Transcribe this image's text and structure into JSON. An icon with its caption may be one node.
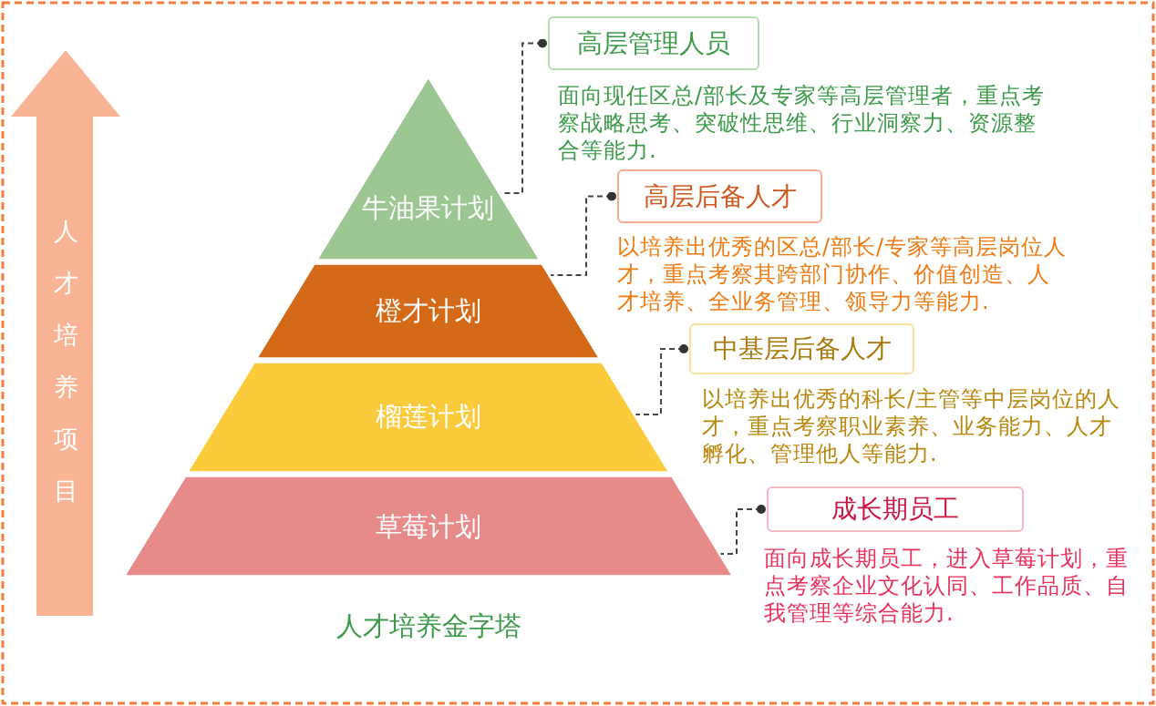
{
  "diagram": {
    "caption": "人才培养金字塔",
    "nodes": [
      {
        "text": [
          "牛油果计划"
        ]
      },
      {
        "text": [
          "橙才计划"
        ]
      },
      {
        "text": [
          "榴莲计划"
        ]
      },
      {
        "text": [
          "草莓计划"
        ]
      },
      {
        "text": [
          "高层管理人员"
        ],
        "beside": [
          "面向现任区总/部长及专家等高层管理者，重点考察战略思考、突破性思维、行业洞察力、资源整合等能力."
        ]
      },
      {
        "text": [
          "高层后备人才"
        ],
        "beside": [
          "以培养出优秀的区总/部长/专家等高层岗位人才，重点考察其跨部门协作、价值创造、人才培养、全业务管理、领导力等能力."
        ]
      },
      {
        "text": [
          "中基层后备人才"
        ],
        "beside": [
          "以培养出优秀的科长/主管等中层岗位的人才，重点考察职业素养、业务能力、人才孵化、管理他人等能力."
        ]
      },
      {
        "text": [
          "成长期员工"
        ],
        "beside": [
          "面向成长期员工，进入草莓计划，重点考察企业文化认同、工作品质、自我管理等综合能力."
        ]
      },
      {
        "text": [
          "人才培养项目"
        ]
      }
    ],
    "edges": [
      {
        "from": 4,
        "to": 0,
        "arrow": "other",
        "style": "dashed"
      },
      {
        "from": 5,
        "to": 1,
        "arrow": "other",
        "style": "dashed"
      },
      {
        "from": 6,
        "to": 2,
        "arrow": "other",
        "style": "dashed"
      },
      {
        "from": 7,
        "to": 3,
        "arrow": "other",
        "style": "dashed"
      }
    ]
  }
}
